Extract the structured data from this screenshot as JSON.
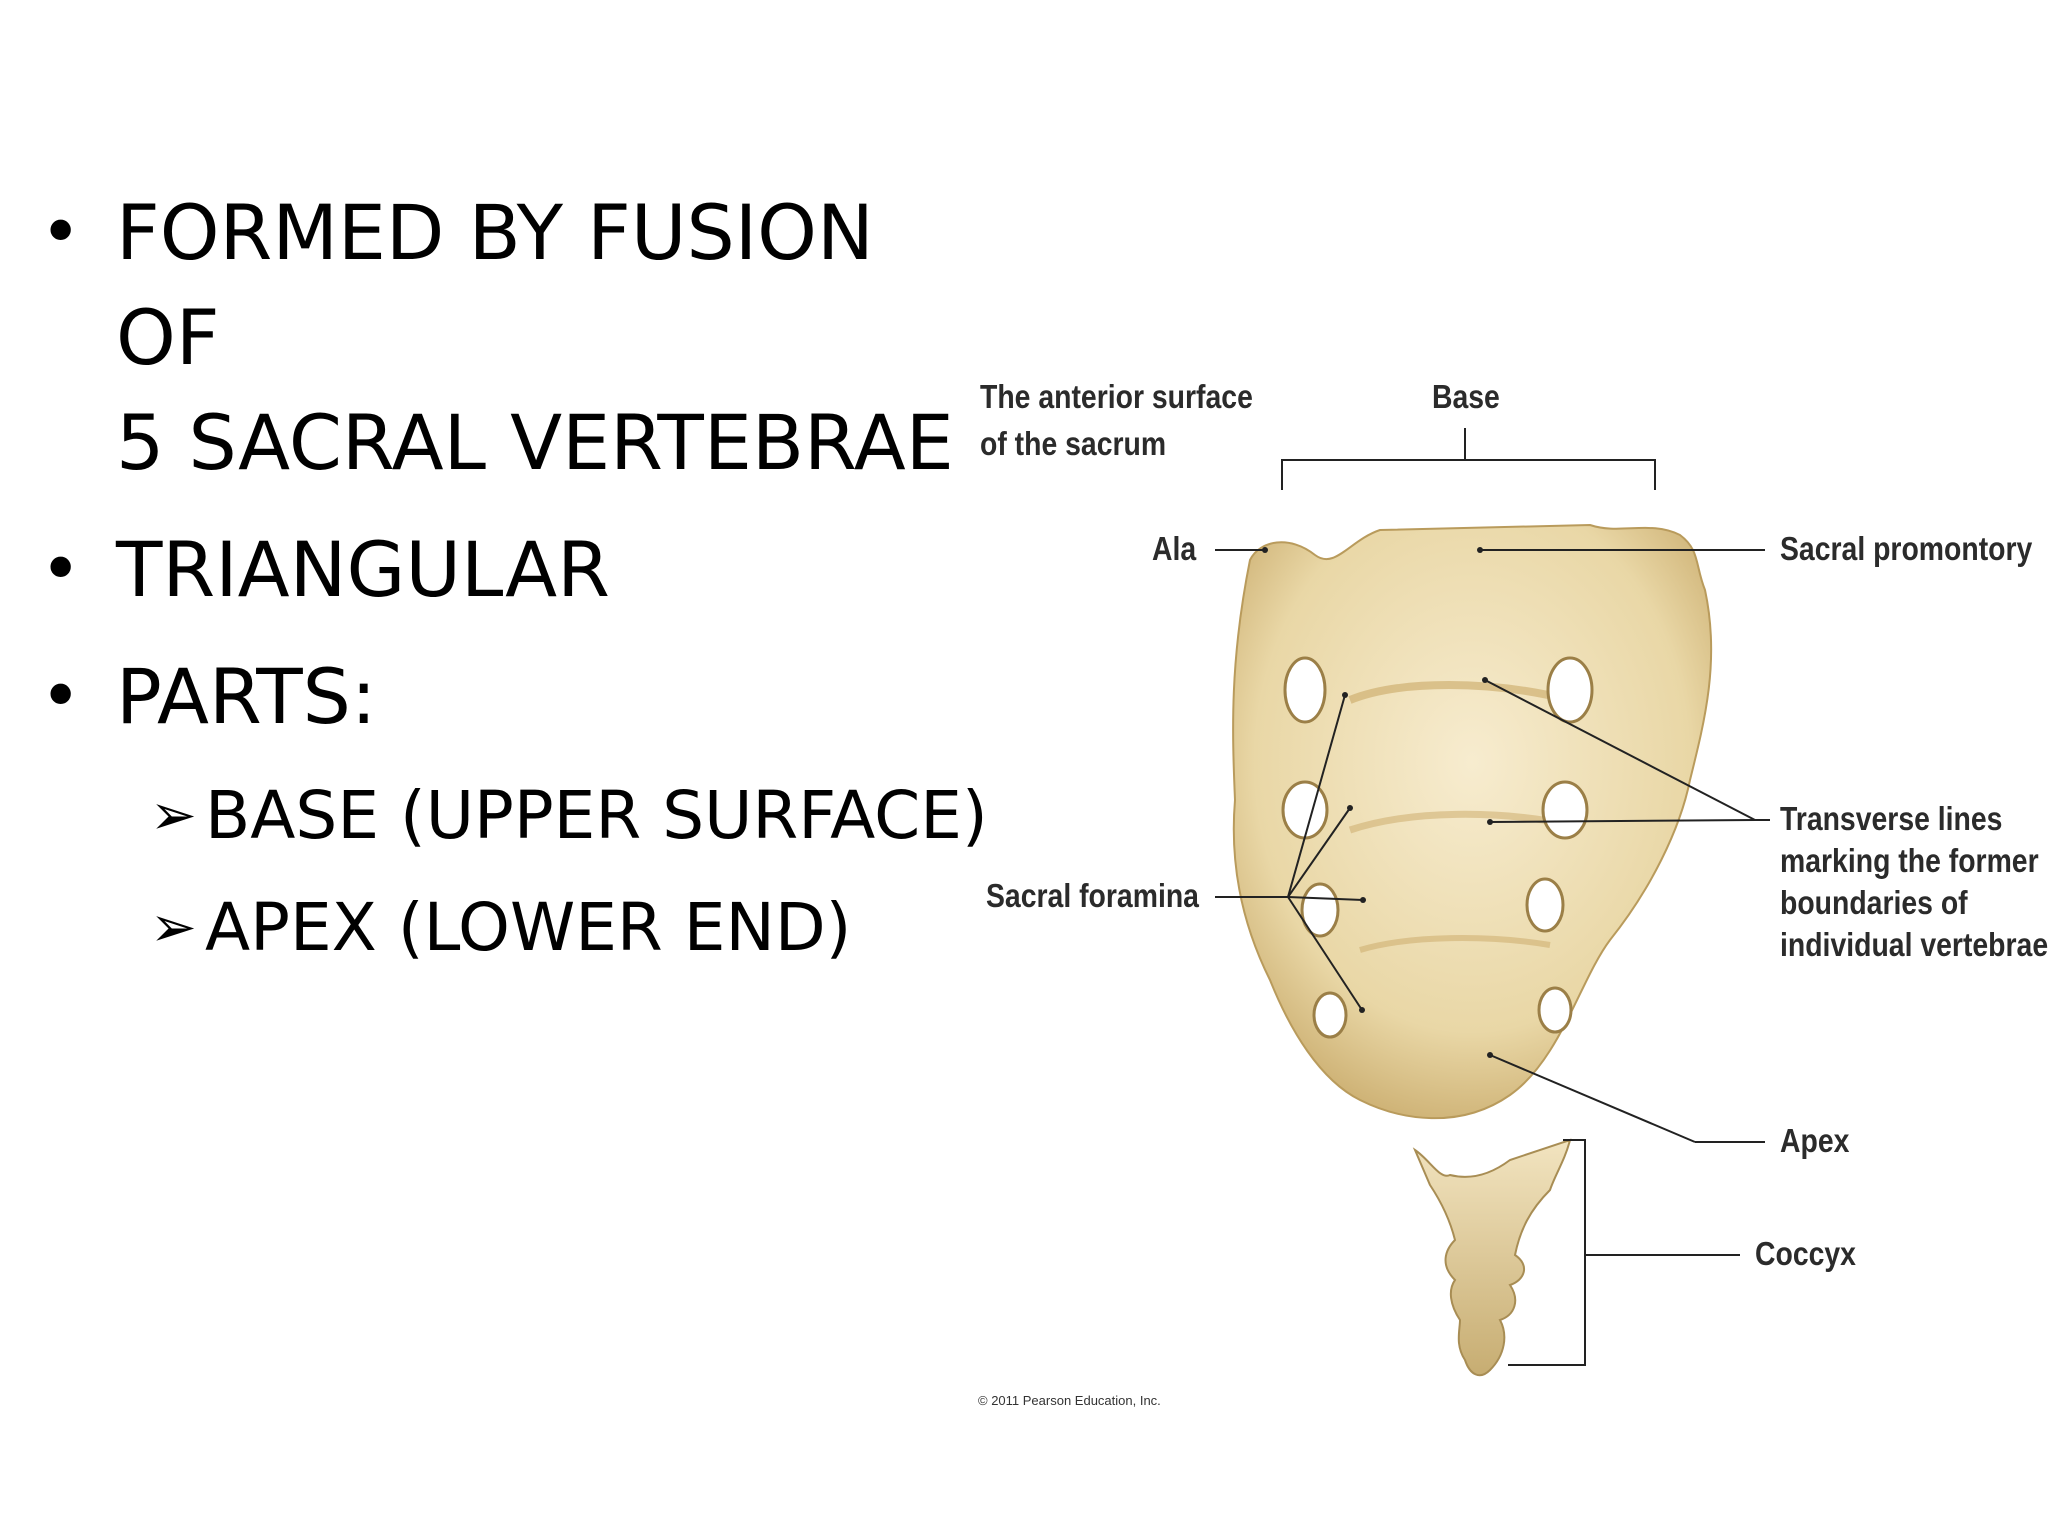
{
  "bullets": [
    {
      "text": "FORMED BY FUSION OF",
      "cont": "5 SACRAL VERTEBRAE"
    },
    {
      "text": "TRIANGULAR"
    },
    {
      "text": "PARTS:"
    }
  ],
  "sub_bullets": [
    "BASE (UPPER SURFACE)",
    "APEX (LOWER END)"
  ],
  "icons": {
    "bullet": "•",
    "arrow": "➢"
  },
  "figure": {
    "title_line1": "The anterior surface",
    "title_line2": "of the sacrum",
    "labels": {
      "base": "Base",
      "ala": "Ala",
      "sacral_promontory": "Sacral promontory",
      "sacral_foramina": "Sacral foramina",
      "transverse_1": "Transverse lines",
      "transverse_2": "marking the former",
      "transverse_3": "boundaries of",
      "transverse_4": "individual vertebrae",
      "apex": "Apex",
      "coccyx": "Coccyx"
    },
    "copyright": "© 2011 Pearson Education, Inc.",
    "colors": {
      "bone": "#efe0b8",
      "bone_shadow": "#cbb27a",
      "foramen": "#ffffff",
      "line": "#222222"
    }
  }
}
